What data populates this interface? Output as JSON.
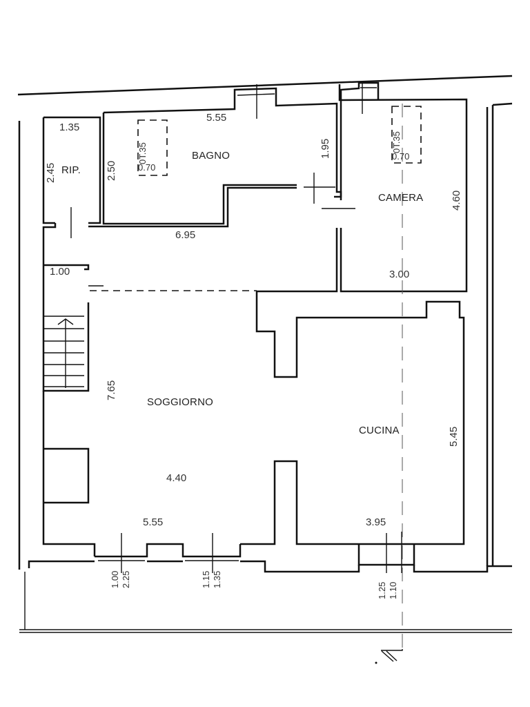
{
  "plan": {
    "type": "floor-plan",
    "rooms": [
      {
        "id": "rip",
        "name": "RIP.",
        "width": "1.35",
        "depth": "2.45"
      },
      {
        "id": "bagno",
        "name": "BAGNO",
        "width": "5.55",
        "depth": "2.50",
        "depth_right": "1.95",
        "fixture": {
          "a": "0T.35",
          "b": "0.70"
        }
      },
      {
        "id": "camera",
        "name": "CAMERA",
        "width": "3.00",
        "depth": "4.60",
        "fixture": {
          "a": "0T.35",
          "b": "0.70"
        }
      },
      {
        "id": "corridoio",
        "name": "",
        "width": "6.95"
      },
      {
        "id": "scala",
        "name": "",
        "width": "1.00"
      },
      {
        "id": "soggiorno",
        "name": "SOGGIORNO",
        "width": "4.40",
        "depth": "7.65",
        "width_bottom": "5.55"
      },
      {
        "id": "cucina",
        "name": "CUCINA",
        "width": "3.95",
        "depth": "5.45"
      }
    ],
    "windows": [
      {
        "id": "w1",
        "a": "1.00",
        "b": "2.25"
      },
      {
        "id": "w2",
        "a": "1.15",
        "b": "1.35"
      },
      {
        "id": "w3",
        "a": "1.25",
        "b": "1.10"
      }
    ],
    "colors": {
      "wall": "#111111",
      "line": "#333333",
      "background": "#ffffff"
    }
  }
}
